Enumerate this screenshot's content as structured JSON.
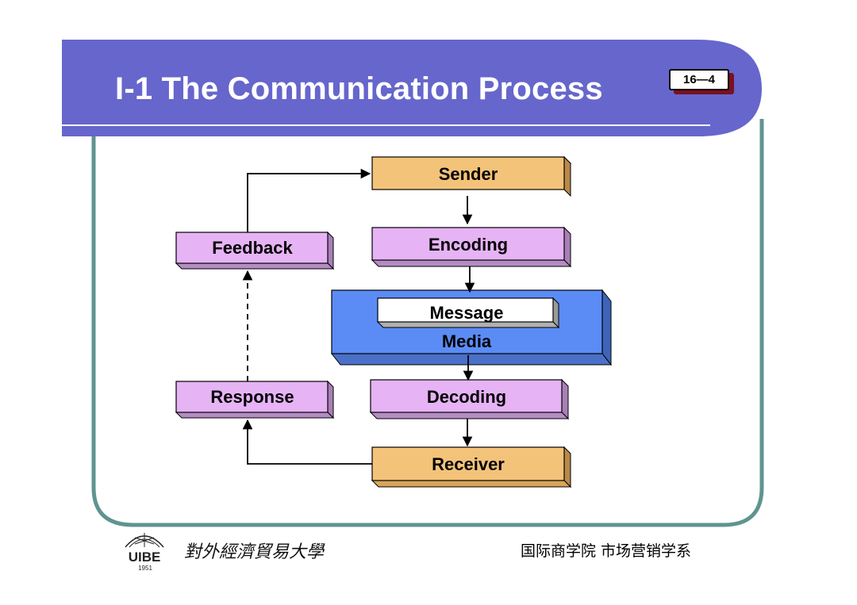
{
  "slide": {
    "title": "I-1 The Communication Process",
    "page_number": "16—4"
  },
  "diagram": {
    "sender": "Sender",
    "encoding": "Encoding",
    "message": "Message",
    "media": "Media",
    "decoding": "Decoding",
    "receiver": "Receiver",
    "feedback": "Feedback",
    "response": "Response"
  },
  "footer": {
    "logo_text": "UIBE",
    "logo_year": "1951",
    "university_name": "對外經濟貿易大學",
    "department": "国际商学院  市场营销学系"
  },
  "colors": {
    "title_bar": "#6666cc",
    "frame": "#5f9490",
    "sender_receiver": "#f4c37a",
    "process_box": "#e6b3f5",
    "media": "#5b8cf5"
  },
  "icons": [
    "uibe-logo-icon"
  ]
}
